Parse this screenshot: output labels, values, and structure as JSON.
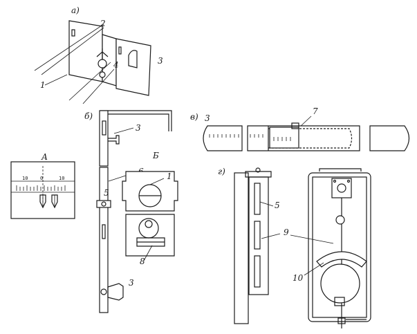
{
  "figure": {
    "part_a": {
      "letter": "а)",
      "callouts": [
        "1",
        "2",
        "3",
        "4"
      ]
    },
    "part_b": {
      "letter": "б)",
      "callouts": [
        "3",
        "5",
        "6",
        "3",
        "1",
        "8"
      ],
      "section_b": "Б",
      "section_b_ref": "Б"
    },
    "part_v": {
      "letter": "в)",
      "callouts": [
        "3",
        "7"
      ]
    },
    "part_g": {
      "letter": "г)",
      "callouts": [
        "5",
        "9",
        "10"
      ]
    },
    "inset_a": {
      "letter": "А",
      "scale_left": "10",
      "scale_mid": "0",
      "scale_right": "10"
    }
  }
}
